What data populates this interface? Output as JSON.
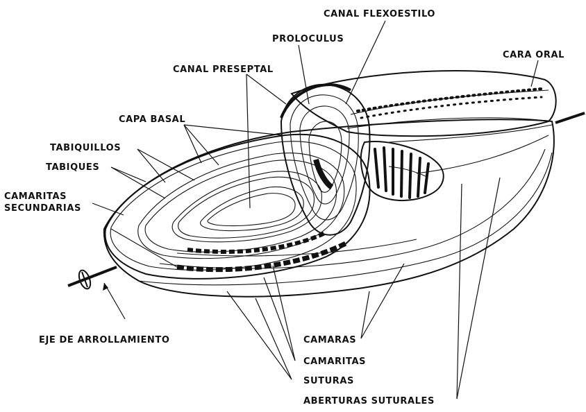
{
  "labels": {
    "canal_flexoestilo": "CANAL FLEXOESTILO",
    "proloculus": "PROLOCULUS",
    "cara_oral": "CARA ORAL",
    "canal_preseptal": "CANAL PRESEPTAL",
    "capa_basal": "CAPA BASAL",
    "tabiquillos": "TABIQUILLOS",
    "tabiques": "TABIQUES",
    "camaritas_secundarias_1": "CAMARITAS",
    "camaritas_secundarias_2": "SECUNDARIAS",
    "eje_de_arrollamiento": "EJE DE ARROLLAMIENTO",
    "camaras": "CAMARAS",
    "camaritas": "CAMARITAS",
    "suturas": "SUTURAS",
    "aberturas_suturales": "ABERTURAS SUTURALES"
  }
}
